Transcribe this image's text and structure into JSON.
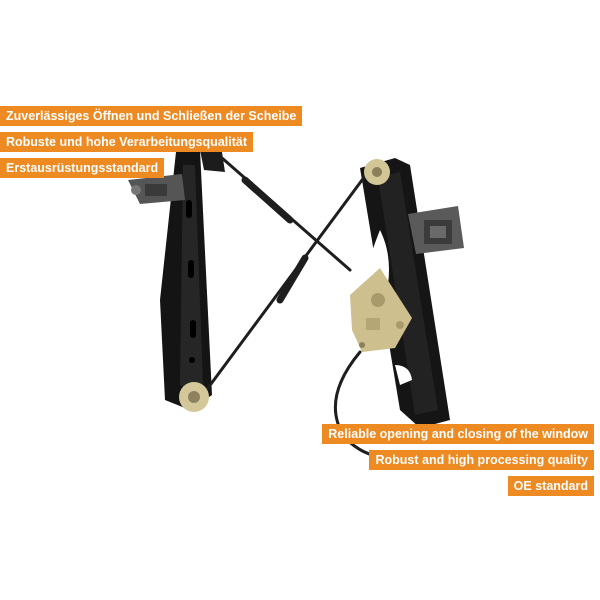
{
  "product": {
    "name": "window-regulator",
    "colors": {
      "rail": "#151515",
      "cable": "#1e1e1e",
      "plastic": "#cdbf8e",
      "connector": "#5c5c5c",
      "background": "#ffffff"
    }
  },
  "labels_de": [
    "Zuverlässiges Öffnen und Schließen der Scheibe",
    "Robuste und hohe Verarbeitungsqualität",
    "Erstausrüstungsstandard"
  ],
  "labels_en": [
    "Reliable opening and closing of the window",
    "Robust and high processing quality",
    "OE standard"
  ],
  "tag_color": "#ee8a22"
}
